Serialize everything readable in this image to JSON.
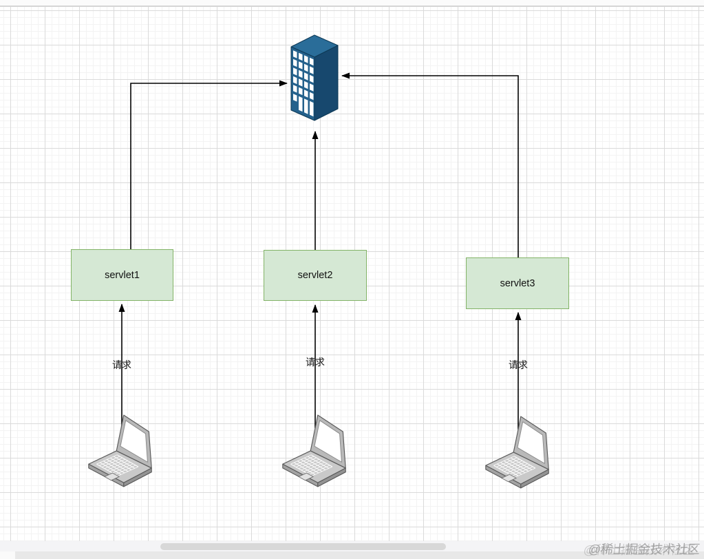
{
  "page": {
    "watermark": "@稀土掘金技术社区"
  },
  "diagram": {
    "server": {
      "name": "server",
      "shape": "isometric-building"
    },
    "servlets": [
      {
        "label": "servlet1"
      },
      {
        "label": "servlet2"
      },
      {
        "label": "servlet3"
      }
    ],
    "clients": [
      {
        "shape": "laptop"
      },
      {
        "shape": "laptop"
      },
      {
        "shape": "laptop"
      }
    ],
    "edges": [
      {
        "from": "laptop1",
        "to": "servlet1",
        "label": "请求"
      },
      {
        "from": "laptop2",
        "to": "servlet2",
        "label": "请求"
      },
      {
        "from": "laptop3",
        "to": "servlet3",
        "label": "请求"
      },
      {
        "from": "servlet1",
        "to": "server",
        "label": ""
      },
      {
        "from": "servlet2",
        "to": "server",
        "label": ""
      },
      {
        "from": "servlet3",
        "to": "server",
        "label": ""
      }
    ]
  },
  "colors": {
    "servlet_fill": "#d5e8d4",
    "servlet_stroke": "#82b366",
    "building_front": "#24618c",
    "building_side": "#17486e",
    "building_top": "#2a6d99",
    "building_outline": "#0e3a57",
    "connector": "#000000",
    "laptop_body": "#c9c9c9",
    "laptop_lid": "#b9b9b9",
    "laptop_outline": "#5a5a5a",
    "grid_major": "#dadada",
    "grid_minor": "#f3f3f3",
    "scrollbar_thumb": "#d8d8d8"
  }
}
